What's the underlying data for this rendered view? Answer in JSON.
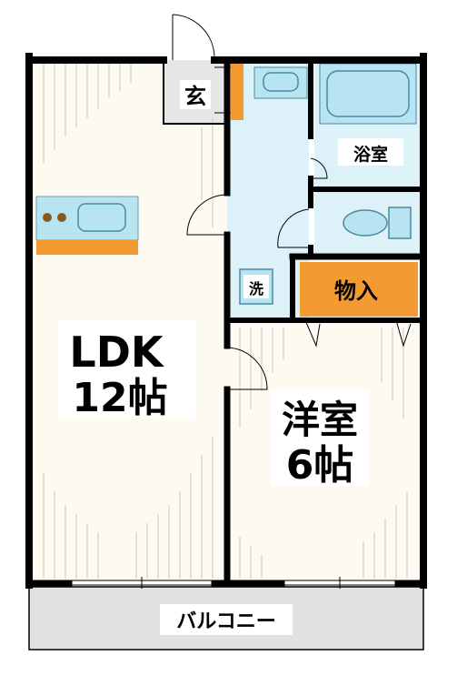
{
  "rooms": {
    "ldk": {
      "name": "LDK",
      "size": "12帖"
    },
    "western": {
      "name": "洋室",
      "size": "6帖"
    },
    "entrance": {
      "name": "玄"
    },
    "bath": {
      "name": "浴室"
    },
    "storage": {
      "name": "物入"
    },
    "washer": {
      "name": "洗"
    },
    "balcony": {
      "name": "バルコニー"
    }
  },
  "colors": {
    "wall": "#000000",
    "floor": "#fdfaf2",
    "wet_area": "#ddf2f8",
    "fixture": "#b8e4f2",
    "accent": "#f39a31",
    "entrance_floor": "#e6e6e6",
    "balcony": "#e2e2e2",
    "hatch": "#c8c8c8"
  }
}
